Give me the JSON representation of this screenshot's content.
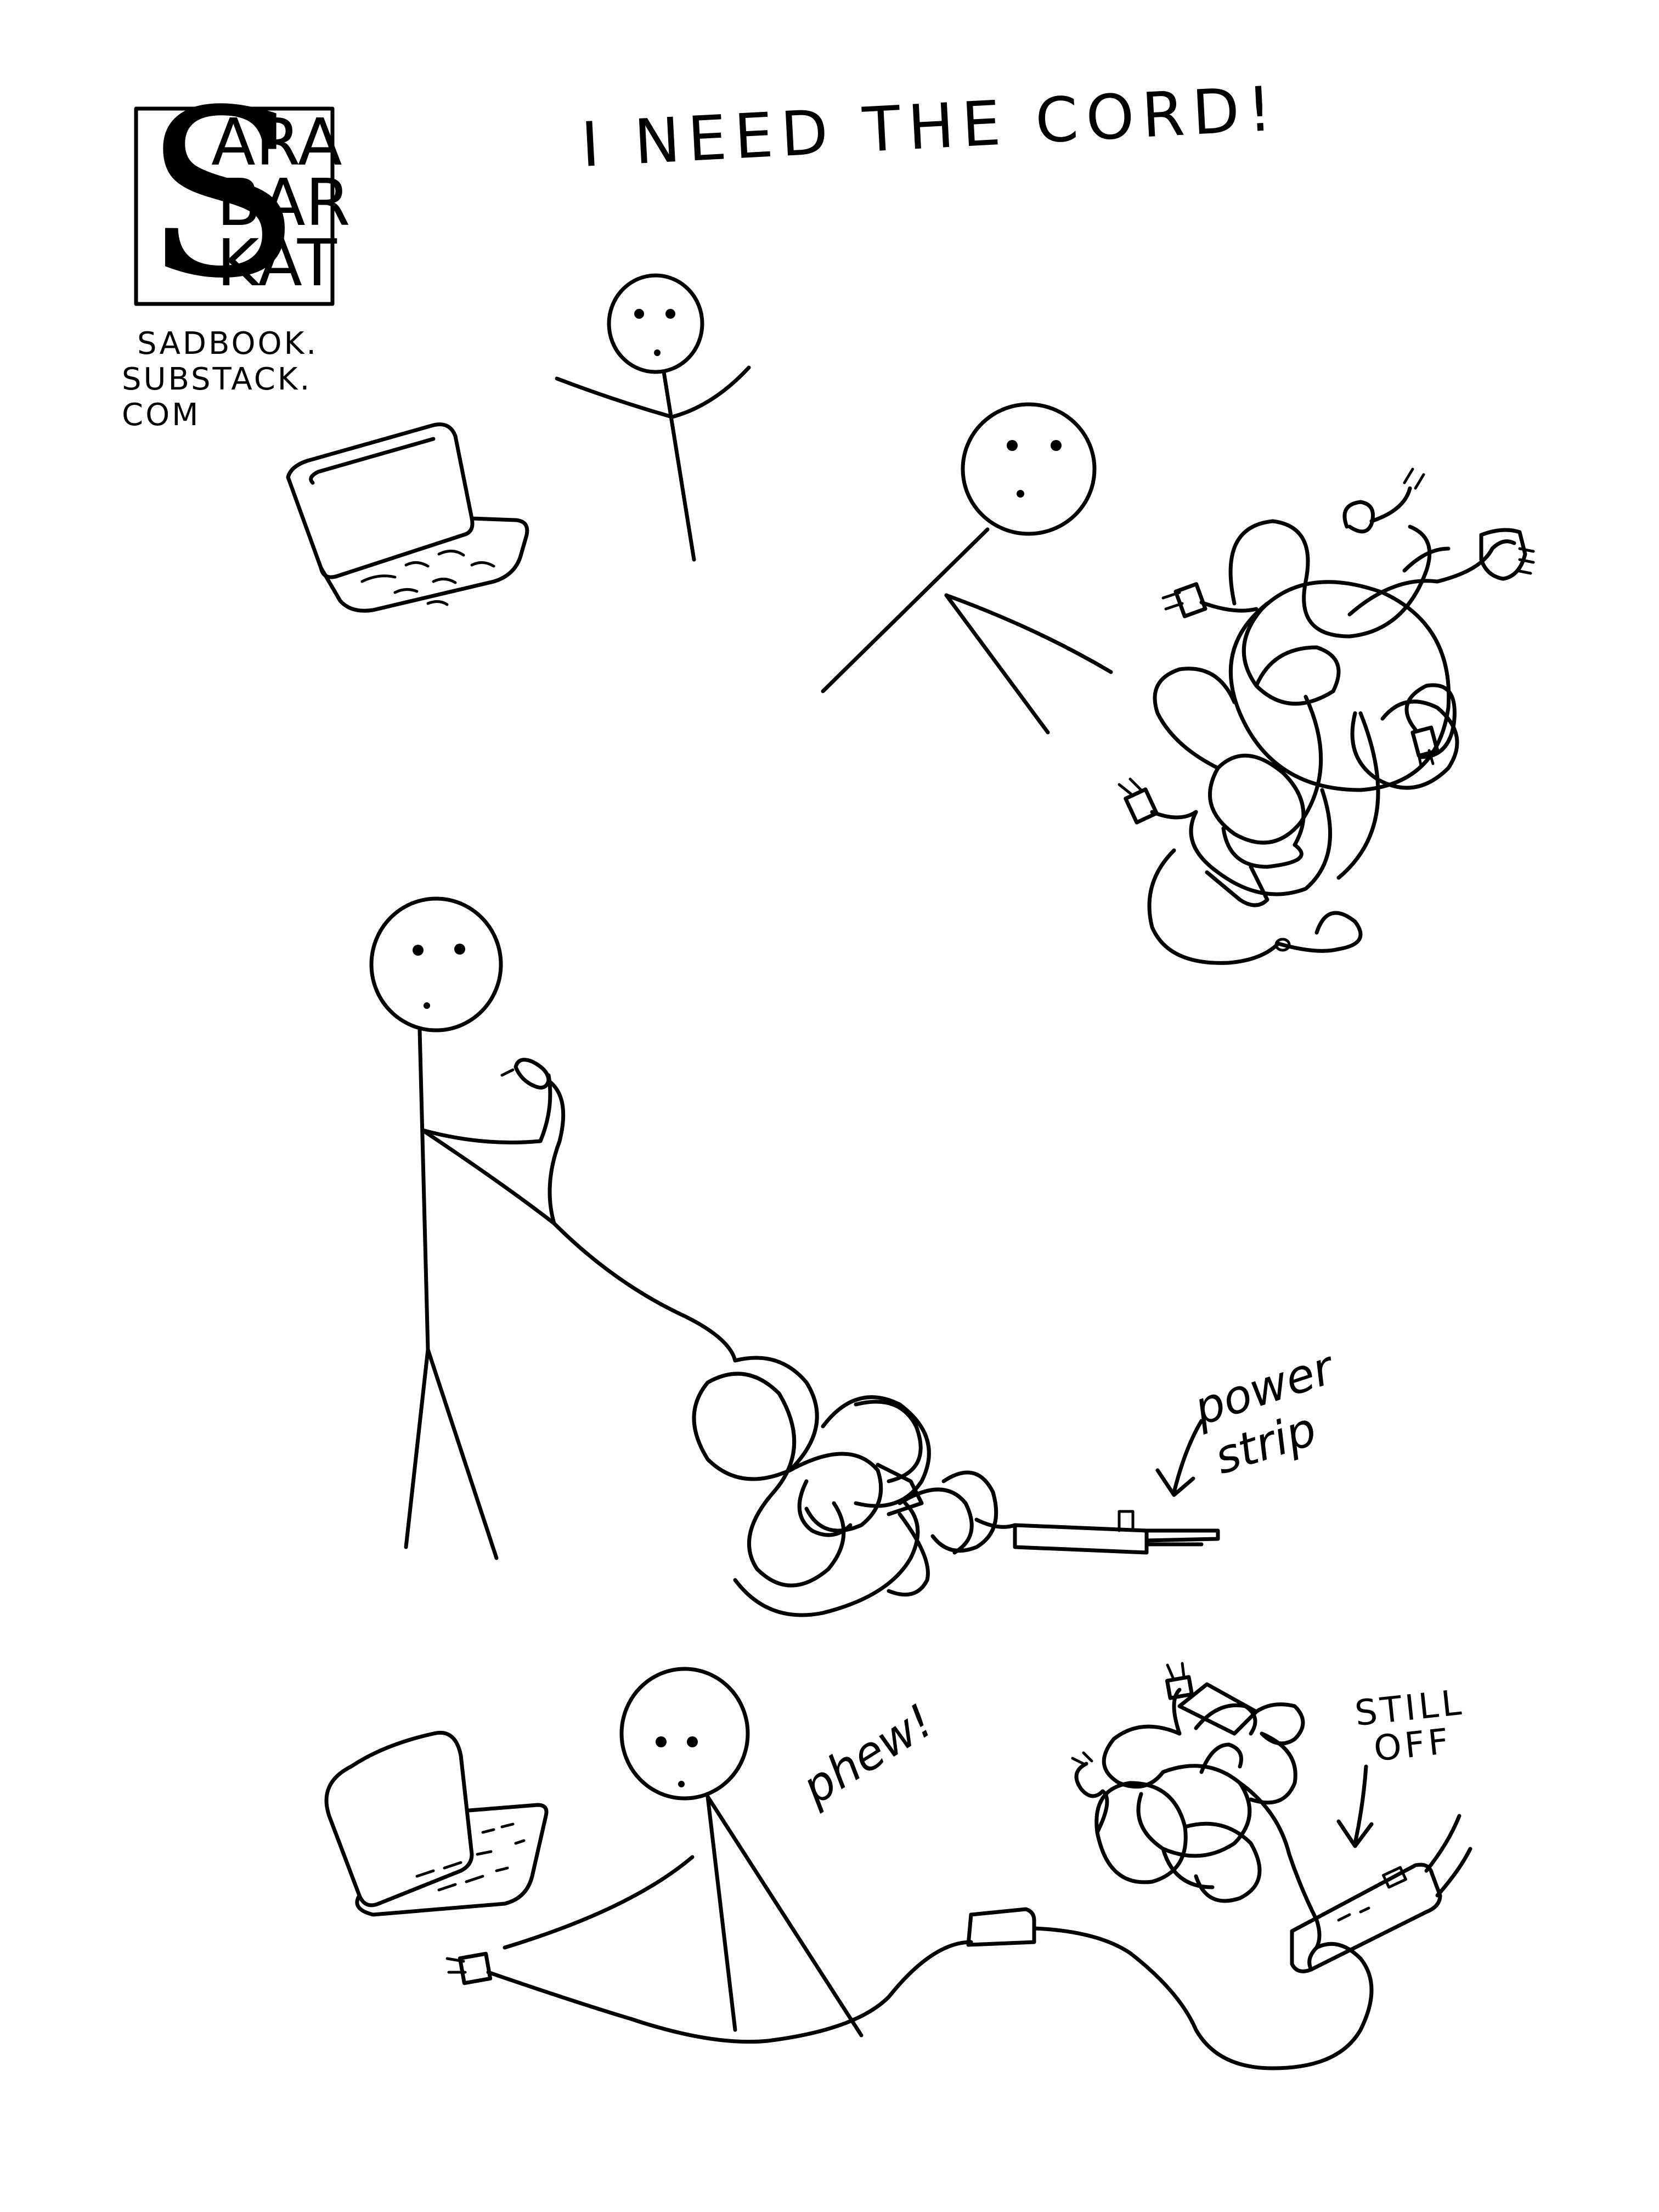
{
  "title": "I NEED THE CORD!",
  "logo": {
    "big_letter": "S",
    "lines": [
      "ARA",
      "BAR",
      "KAT"
    ]
  },
  "url_lines": [
    "SADBOOK.",
    "SUBSTACK.",
    "COM"
  ],
  "annotations": {
    "power_strip_line1": "power",
    "power_strip_line2": "strip",
    "phew": "phew!",
    "still_off_line1": "STILL",
    "still_off_line2": "OFF"
  },
  "icons": [
    "laptop-icon",
    "stick-figure",
    "tangled-cord",
    "power-strip-icon",
    "arrow-icon"
  ],
  "colors": {
    "ink": "#000000",
    "paper": "#ffffff"
  }
}
